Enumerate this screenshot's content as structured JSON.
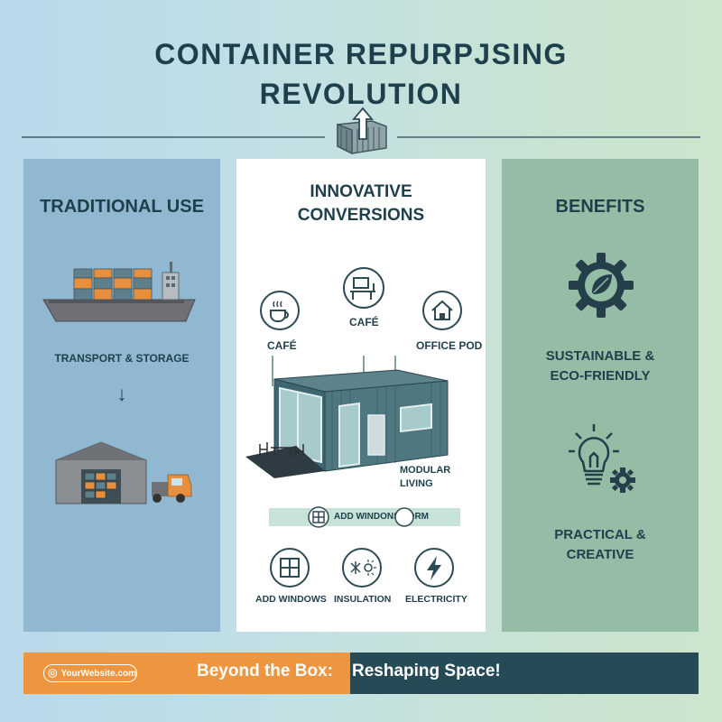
{
  "header": {
    "title_line1": "CONTAINER REPURPJSING",
    "title_line2": "REVOLUTION",
    "icon": "container-with-up-arrow-icon"
  },
  "left_panel": {
    "heading": "TRADITIONAL USE",
    "ship_icon": "cargo-ship-icon",
    "caption": "TRANSPORT & STORAGE",
    "arrow": "↓",
    "warehouse_icon": "warehouse-with-truck-icon"
  },
  "middle_panel": {
    "heading_line1": "INNOVATIVE",
    "heading_line2": "CONVERSIONS",
    "callouts": {
      "cafe_left": "CAFÉ",
      "cafe_center": "CAFÉ",
      "office_pod": "OFFICE POD",
      "modular_line1": "MODULAR",
      "modular_line2": "LIVING"
    },
    "feature_bar_text": "ADD WINDONS  EDRM",
    "features": [
      {
        "label": "ADD WINDOWS",
        "icon": "window-icon"
      },
      {
        "label": "INSULATION",
        "icon": "insulation-snowflake-sun-icon"
      },
      {
        "label": "ELECTRICITY",
        "icon": "lightning-bolt-icon"
      }
    ]
  },
  "right_panel": {
    "heading": "BENEFITS",
    "benefit1_line1": "SUSTAINABLE &",
    "benefit1_line2": "ECO-FRIENDLY",
    "benefit2_line1": "PRACTICAL &",
    "benefit2_line2": "CREATIVE",
    "icons": [
      "gear-leaf-icon",
      "lightbulb-gear-icon"
    ]
  },
  "footer": {
    "website": "YourWebsite.com",
    "tagline_part1": "Beyond the Box:",
    "tagline_part2": "Reshaping Space!"
  },
  "colors": {
    "dark_teal": "#1e3f4c",
    "orange": "#ee9540",
    "left_panel_blue": "#90b8d0",
    "right_panel_green": "#95bca5",
    "footer_dark": "#264a56"
  }
}
